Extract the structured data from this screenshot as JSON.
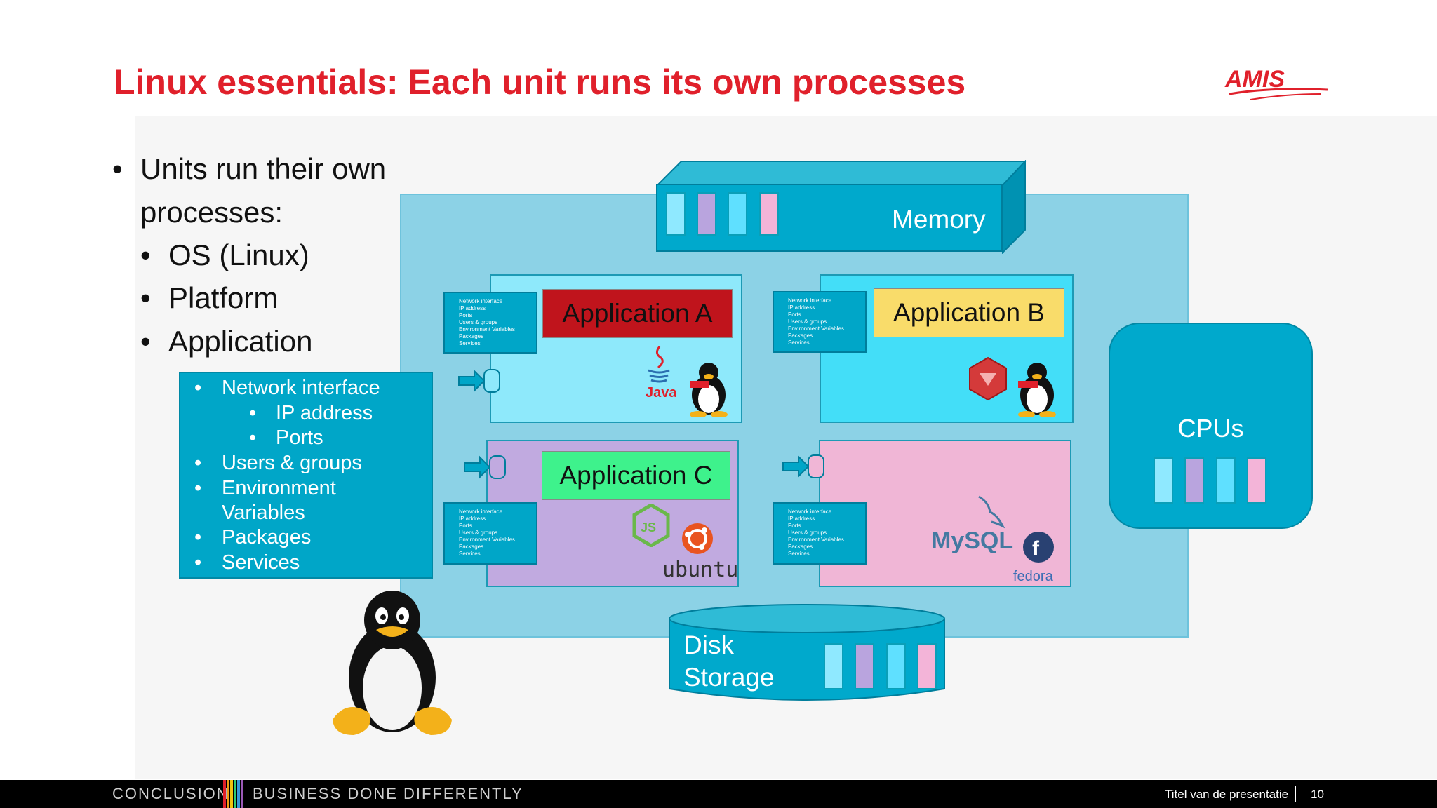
{
  "title": "Linux essentials: Each unit runs its own processes",
  "logo_text": "AMIS",
  "bullets": {
    "main_line1": "Units run their own",
    "main_line2": "processes:",
    "sub": [
      "OS (Linux)",
      "Platform",
      "Application"
    ]
  },
  "features": {
    "network_interface": "Network interface",
    "ip_address": "IP address",
    "ports": "Ports",
    "users_groups": "Users & groups",
    "env_line1": "Environment",
    "env_line2": "Variables",
    "packages": "Packages",
    "services": "Services"
  },
  "netbox_lines": [
    "Network interface",
    "IP address",
    "Ports",
    "Users & groups",
    "Environment Variables",
    "Packages",
    "Services"
  ],
  "memory_label": "Memory",
  "cpus_label": "CPUs",
  "disk_line1": "Disk",
  "disk_line2": "Storage",
  "apps": {
    "a": "Application A",
    "b": "Application B",
    "c": "Application C"
  },
  "logos": {
    "java": "Java",
    "ubuntu": "ubuntu",
    "js": "JS",
    "mysql": "MySQL",
    "fedora": "fedora"
  },
  "footer": {
    "left1": "CONCLUSION",
    "left2": "BUSINESS DONE DIFFERENTLY",
    "right_title": "Titel van de presentatie",
    "page_number": "10"
  },
  "colors": {
    "title": "#e0202b",
    "teal": "#00a9cc",
    "app_a": "#c0141c",
    "app_b": "#f9dc6a",
    "app_c": "#3ef28c"
  }
}
